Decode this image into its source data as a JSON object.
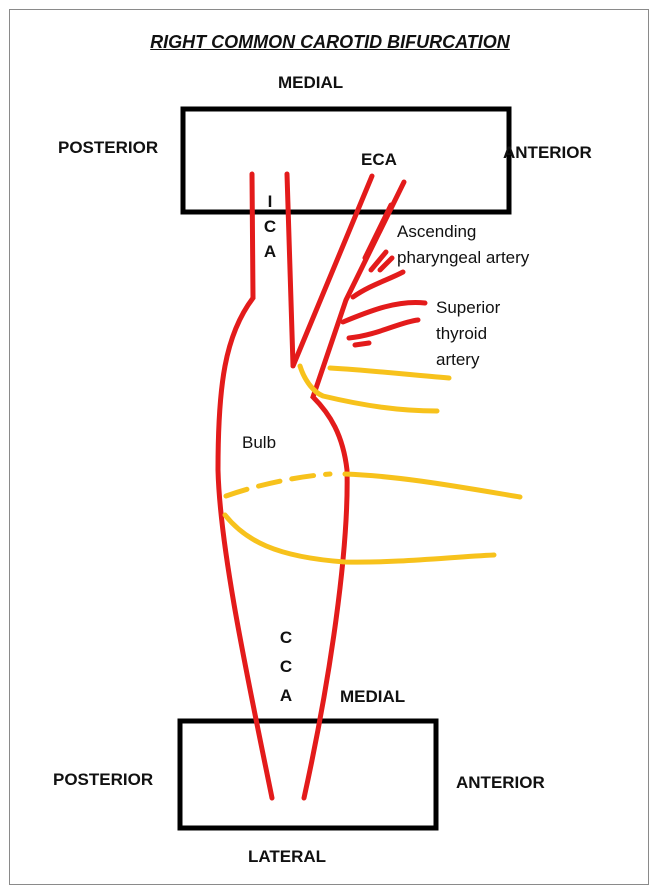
{
  "title": "RIGHT COMMON CAROTID BIFURCATION",
  "upper_box": {
    "medial": "MEDIAL",
    "posterior": "POSTERIOR",
    "anterior": "ANTERIOR"
  },
  "lower_box": {
    "medial": "MEDIAL",
    "posterior": "POSTERIOR",
    "anterior": "ANTERIOR",
    "lateral": "LATERAL"
  },
  "labels": {
    "eca": "ECA",
    "ica_letters": [
      "I",
      "C",
      "A"
    ],
    "cca_letters": [
      "C",
      "C",
      "A"
    ],
    "bulb": "Bulb",
    "ascending_pharyngeal": [
      "Ascending",
      "pharyngeal artery"
    ],
    "superior_thyroid": [
      "Superior",
      "thyroid",
      "artery"
    ]
  },
  "colors": {
    "artery": "#e31b1b",
    "vessel_yellow": "#f7c21c",
    "box_border": "#000000"
  }
}
